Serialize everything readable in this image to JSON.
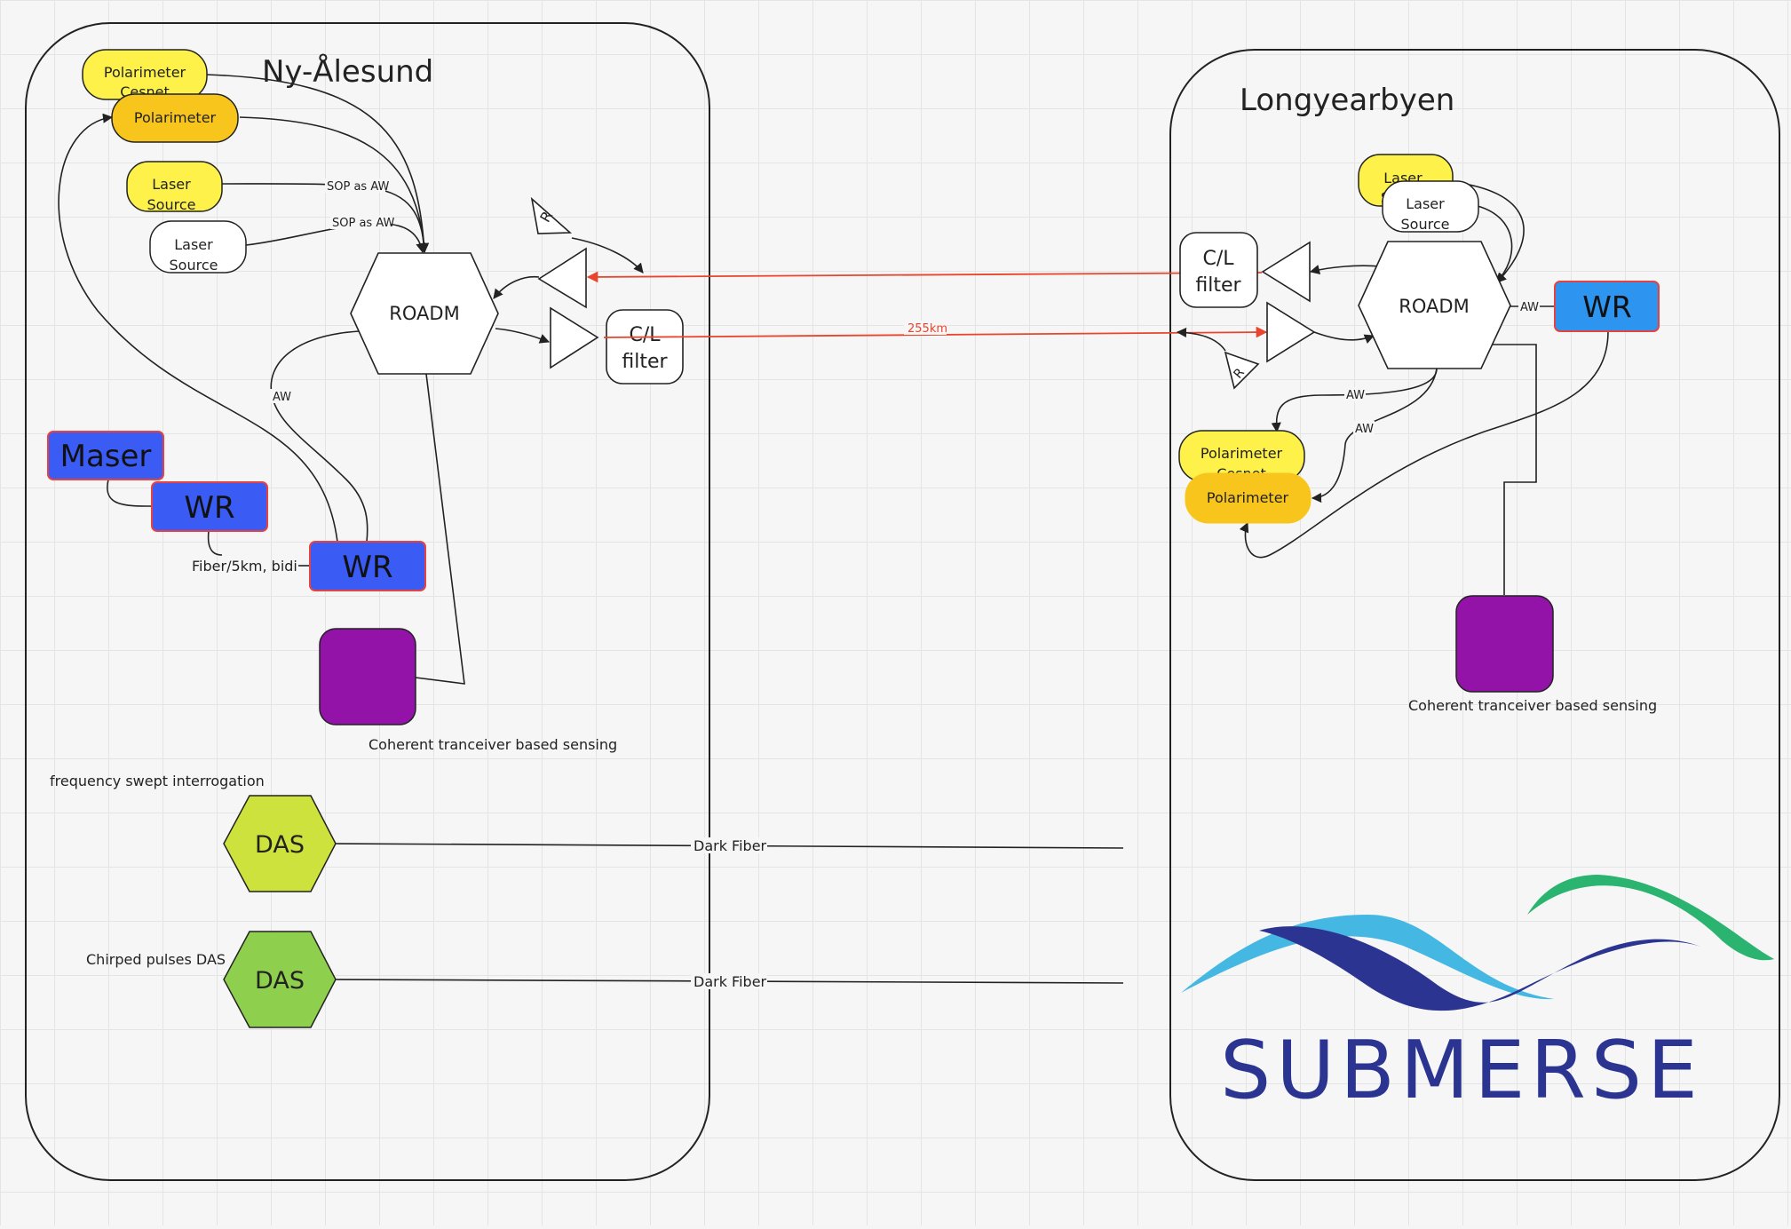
{
  "sites": {
    "left": {
      "title": "Ny-Ålesund"
    },
    "right": {
      "title": "Longyearbyen"
    }
  },
  "left": {
    "polarimeter_cesnet": [
      "Polarimeter",
      "Cesnet"
    ],
    "polarimeter": "Polarimeter",
    "laser1": [
      "Laser",
      "Source"
    ],
    "laser2": [
      "Laser",
      "Source"
    ],
    "sop1": "SOP as AW",
    "sop2": "SOP as AW",
    "roadm": "ROADM",
    "rx_amp_label": "R",
    "cl_filter": [
      "C/L",
      "filter"
    ],
    "aw": "AW",
    "maser": "Maser",
    "wr1": "WR",
    "wr2": "WR",
    "fiber_label": "Fiber/5km, bidi",
    "coherent_label": "Coherent tranceiver based sensing",
    "freq_swept": "frequency swept interrogation",
    "das1": "DAS",
    "chirped": "Chirped pulses DAS",
    "das2": "DAS",
    "dark_fiber1": "Dark Fiber",
    "dark_fiber2": "Dark Fiber"
  },
  "link": {
    "distance": "255km"
  },
  "right": {
    "laser_yellow": [
      "Laser",
      "S"
    ],
    "laser_white": [
      "Laser",
      "Source"
    ],
    "cl_filter": [
      "C/L",
      "filter"
    ],
    "roadm": "ROADM",
    "aw_wr": "AW",
    "wr": "WR",
    "rx_amp_label": "R",
    "aw1": "AW",
    "aw2": "AW",
    "polarimeter_cesnet": [
      "Polarimeter",
      "Cesnet"
    ],
    "polarimeter": "Polarimeter",
    "coherent_label": "Coherent tranceiver based sensing"
  },
  "logo": {
    "text": "SUBMERSE"
  },
  "colors": {
    "yellow": "#fdf14a",
    "orange": "#f8c51c",
    "blue": "#3a5cf5",
    "light_blue": "#2d94f0",
    "purple": "#9312a8",
    "das1": "#cde23c",
    "das2": "#8ed04d",
    "red_link": "#e8452c",
    "logo_navy": "#2b3591",
    "logo_cyan": "#44b8e2",
    "logo_green": "#2bb470"
  }
}
